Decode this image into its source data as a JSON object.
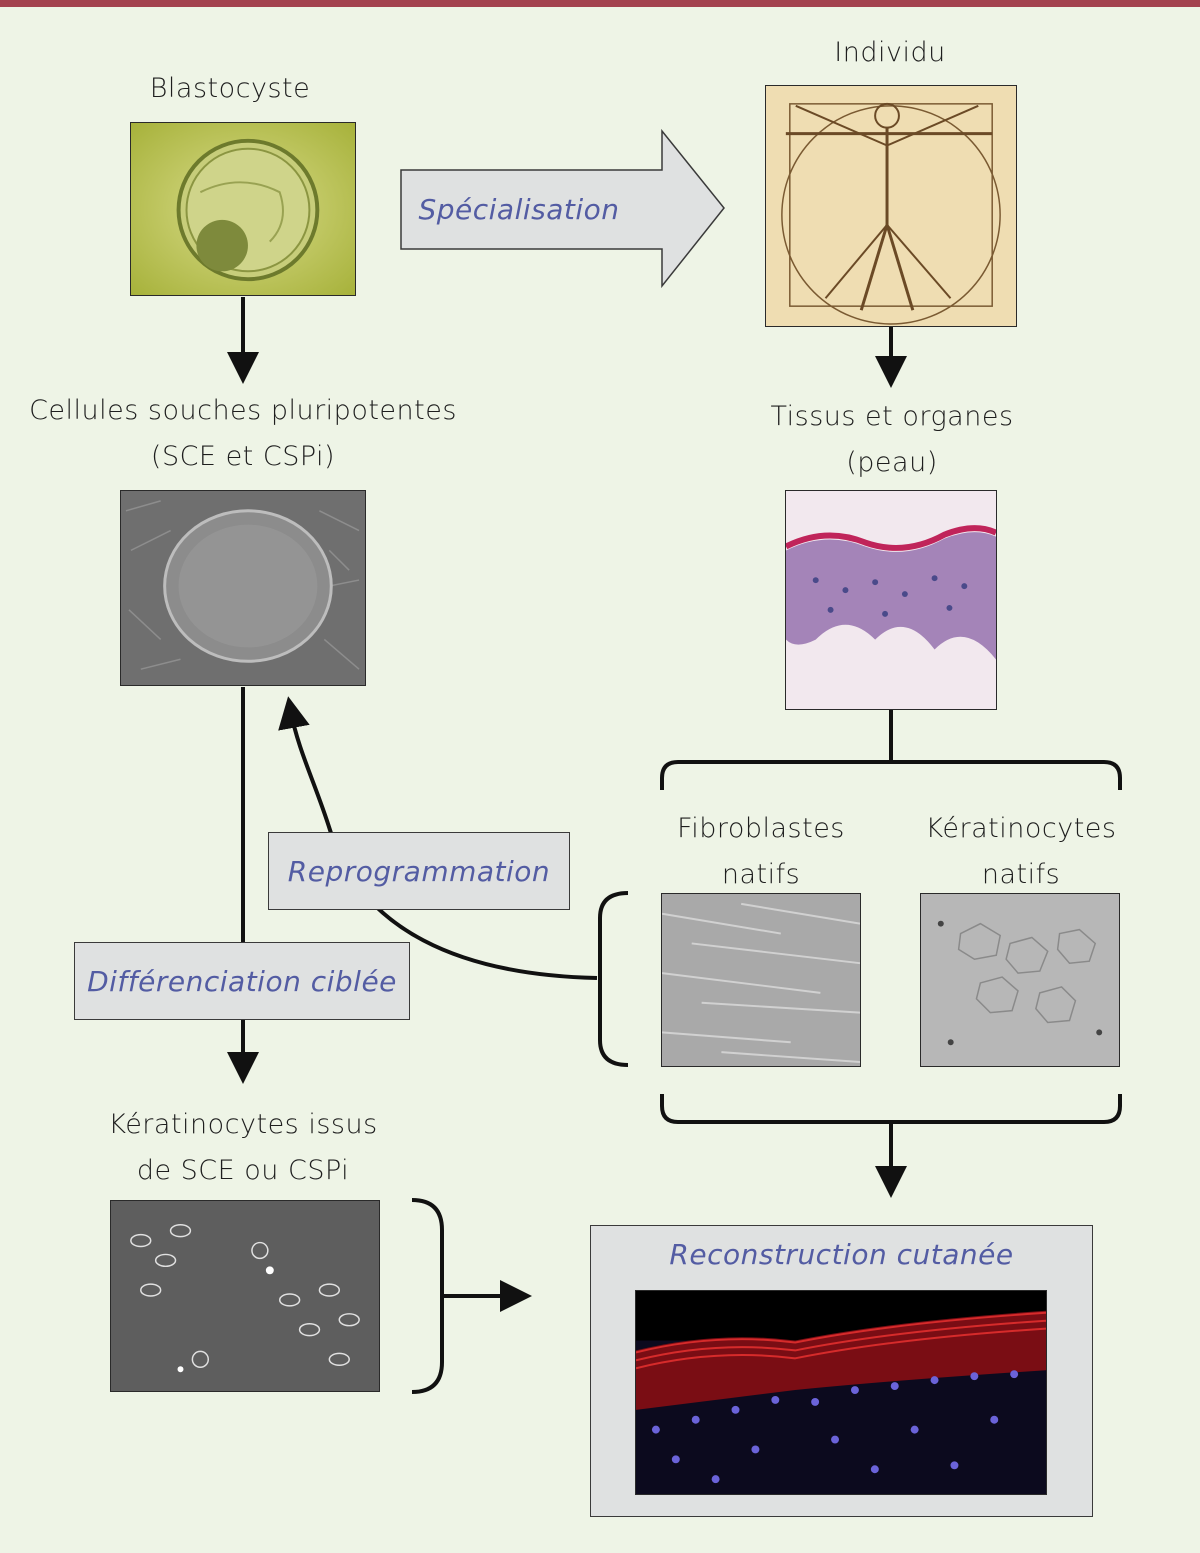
{
  "labels": {
    "blastocyst": "Blastocyste",
    "individual": "Individu",
    "pluripotent_line1": "Cellules souches pluripotentes",
    "pluripotent_line2": "(SCE et CSPi)",
    "tissues_line1": "Tissus et organes",
    "tissues_line2": "(peau)",
    "fibroblasts_line1": "Fibroblastes",
    "fibroblasts_line2": "natifs",
    "keratinocytes_line1": "Kératinocytes",
    "keratinocytes_line2": "natifs",
    "derived_line1": "Kératinocytes issus",
    "derived_line2": "de SCE ou CSPi"
  },
  "process_labels": {
    "specialisation": "Spécialisation",
    "reprogrammation": "Reprogrammation",
    "differenciation": "Différenciation ciblée",
    "reconstruction": "Reconstruction cutanée"
  },
  "colors": {
    "top_bar": "#a3424f",
    "background": "#eef4e6",
    "box_fill": "#dfe1e1",
    "process_text": "#535ca3"
  }
}
